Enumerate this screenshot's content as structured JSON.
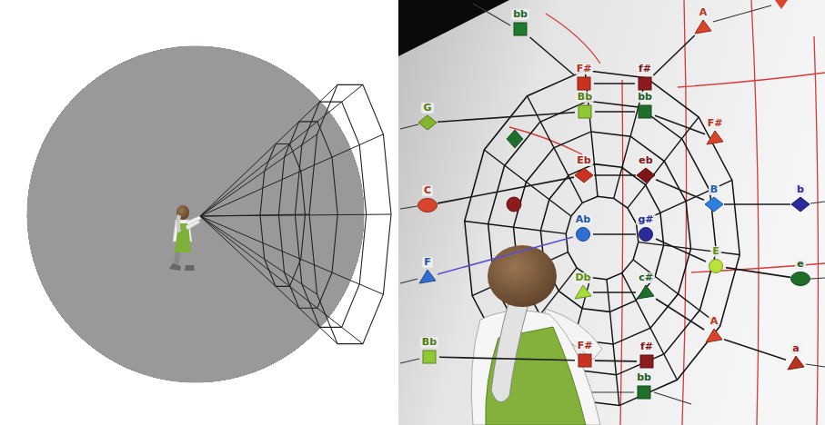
{
  "diagram": {
    "nodes": [
      {
        "text": [
          "bb"
        ]
      },
      {
        "text": [
          "A"
        ]
      },
      {
        "text": [
          "F#"
        ]
      },
      {
        "text": [
          "f#"
        ]
      },
      {
        "text": [
          "G"
        ]
      },
      {
        "text": [
          "Bb"
        ]
      },
      {
        "text": [
          "bb"
        ]
      },
      {
        "text": [
          "F#"
        ]
      },
      {
        "text": [
          "C"
        ]
      },
      {
        "text": [
          "Eb"
        ]
      },
      {
        "text": [
          "eb"
        ]
      },
      {
        "text": [
          "B"
        ]
      },
      {
        "text": [
          "b"
        ]
      },
      {
        "text": [
          "Ab"
        ]
      },
      {
        "text": [
          "g#"
        ]
      },
      {
        "text": [
          "F"
        ]
      },
      {
        "text": [
          "E"
        ]
      },
      {
        "text": [
          "e"
        ]
      },
      {
        "text": [
          "Db"
        ]
      },
      {
        "text": [
          "c#"
        ]
      },
      {
        "text": [
          "A"
        ]
      },
      {
        "text": [
          "a"
        ]
      },
      {
        "text": [
          "Bb"
        ]
      },
      {
        "text": [
          "F#"
        ]
      },
      {
        "text": [
          "f#"
        ]
      },
      {
        "text": [
          "bb"
        ]
      }
    ],
    "edges": [
      {
        "from": 0,
        "to": 2,
        "arrow": "none"
      },
      {
        "from": 3,
        "to": 1,
        "arrow": "none"
      },
      {
        "from": 2,
        "to": 3,
        "arrow": "none"
      },
      {
        "from": 4,
        "to": 5,
        "arrow": "none"
      },
      {
        "from": 5,
        "to": 6,
        "arrow": "none"
      },
      {
        "from": 6,
        "to": 7,
        "arrow": "none"
      },
      {
        "from": 8,
        "to": 9,
        "arrow": "none"
      },
      {
        "from": 9,
        "to": 10,
        "arrow": "none"
      },
      {
        "from": 10,
        "to": 11,
        "arrow": "none"
      },
      {
        "from": 11,
        "to": 12,
        "arrow": "none"
      },
      {
        "from": 15,
        "to": 13,
        "arrow": "none"
      },
      {
        "from": 13,
        "to": 14,
        "arrow": "none"
      },
      {
        "from": 14,
        "to": 16,
        "arrow": "none"
      },
      {
        "from": 16,
        "to": 17,
        "arrow": "none"
      },
      {
        "from": 18,
        "to": 19,
        "arrow": "none"
      },
      {
        "from": 19,
        "to": 20,
        "arrow": "none"
      },
      {
        "from": 20,
        "to": 21,
        "arrow": "none"
      },
      {
        "from": 22,
        "to": 23,
        "arrow": "none"
      },
      {
        "from": 23,
        "to": 24,
        "arrow": "none"
      }
    ]
  }
}
